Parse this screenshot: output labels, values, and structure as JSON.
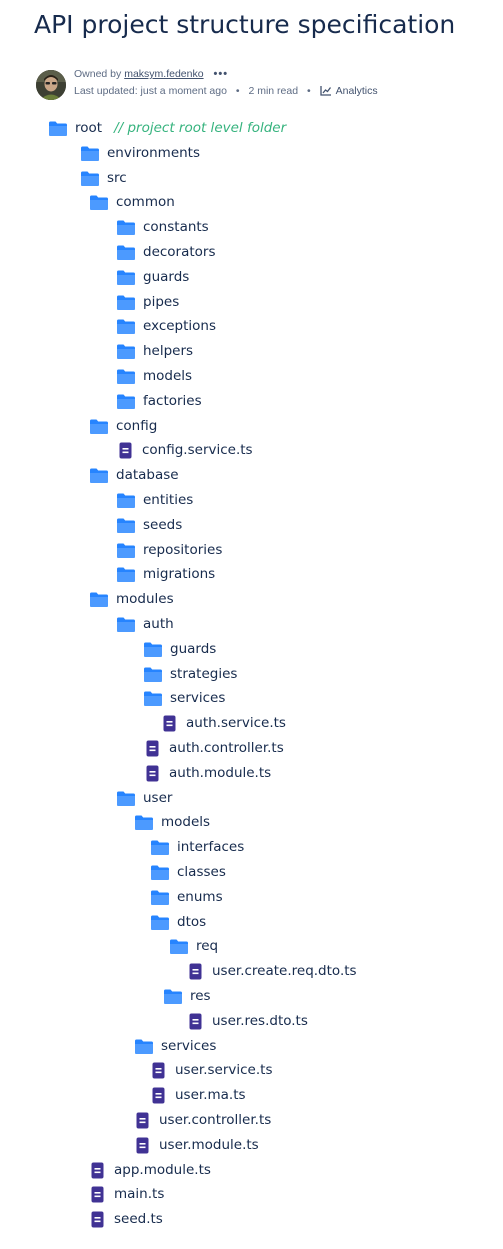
{
  "page": {
    "title": "API project structure specification",
    "owner_prefix": "Owned by",
    "owner": "maksym.fedenko",
    "more": "•••",
    "last_updated": "Last updated: just a moment ago",
    "read_time": "2 min read",
    "analytics": "Analytics",
    "bullet": "•"
  },
  "colors": {
    "folder": "#4c9aff",
    "folder_dark": "#2684ff",
    "file": "#403294",
    "comment": "#36b37e"
  },
  "tree": [
    {
      "label": "root",
      "type": "folder",
      "depth": 0,
      "comment": "// project root level folder"
    },
    {
      "label": "environments",
      "type": "folder",
      "depth": 1
    },
    {
      "label": "src",
      "type": "folder",
      "depth": 1
    },
    {
      "label": "common",
      "type": "folder",
      "depth": 2
    },
    {
      "label": "constants",
      "type": "folder",
      "depth": 3
    },
    {
      "label": "decorators",
      "type": "folder",
      "depth": 3
    },
    {
      "label": "guards",
      "type": "folder",
      "depth": 3
    },
    {
      "label": "pipes",
      "type": "folder",
      "depth": 3
    },
    {
      "label": "exceptions",
      "type": "folder",
      "depth": 3
    },
    {
      "label": "helpers",
      "type": "folder",
      "depth": 3
    },
    {
      "label": "models",
      "type": "folder",
      "depth": 3
    },
    {
      "label": "factories",
      "type": "folder",
      "depth": 3
    },
    {
      "label": "config",
      "type": "folder",
      "depth": 2
    },
    {
      "label": "config.service.ts",
      "type": "file",
      "depth": 3
    },
    {
      "label": "database",
      "type": "folder",
      "depth": 2
    },
    {
      "label": "entities",
      "type": "folder",
      "depth": 3
    },
    {
      "label": "seeds",
      "type": "folder",
      "depth": 3
    },
    {
      "label": "repositories",
      "type": "folder",
      "depth": 3
    },
    {
      "label": "migrations",
      "type": "folder",
      "depth": 3
    },
    {
      "label": "modules",
      "type": "folder",
      "depth": 2
    },
    {
      "label": "auth",
      "type": "folder",
      "depth": 3
    },
    {
      "label": "guards",
      "type": "folder",
      "depth": 4
    },
    {
      "label": "strategies",
      "type": "folder",
      "depth": 4
    },
    {
      "label": "services",
      "type": "folder",
      "depth": 4
    },
    {
      "label": "auth.service.ts",
      "type": "file",
      "depth": 5
    },
    {
      "label": "auth.controller.ts",
      "type": "file",
      "depth": 4
    },
    {
      "label": "auth.module.ts",
      "type": "file",
      "depth": 4
    },
    {
      "label": "user",
      "type": "folder",
      "depth": 3
    },
    {
      "label": "models",
      "type": "folder",
      "depth": 4
    },
    {
      "label": "interfaces",
      "type": "folder",
      "depth": 5
    },
    {
      "label": "classes",
      "type": "folder",
      "depth": 5
    },
    {
      "label": "enums",
      "type": "folder",
      "depth": 5
    },
    {
      "label": "dtos",
      "type": "folder",
      "depth": 5
    },
    {
      "label": "req",
      "type": "folder",
      "depth": 6
    },
    {
      "label": "user.create.req.dto.ts",
      "type": "file",
      "depth": 7
    },
    {
      "label": "res",
      "type": "folder",
      "depth": 6
    },
    {
      "label": "user.res.dto.ts",
      "type": "file",
      "depth": 7
    },
    {
      "label": "services",
      "type": "folder",
      "depth": 4
    },
    {
      "label": "user.service.ts",
      "type": "file",
      "depth": 5
    },
    {
      "label": "user.ma.ts",
      "type": "file",
      "depth": 5
    },
    {
      "label": "user.controller.ts",
      "type": "file",
      "depth": 4
    },
    {
      "label": "user.module.ts",
      "type": "file",
      "depth": 4
    },
    {
      "label": "app.module.ts",
      "type": "file",
      "depth": 2
    },
    {
      "label": "main.ts",
      "type": "file",
      "depth": 2
    },
    {
      "label": "seed.ts",
      "type": "file",
      "depth": 2
    }
  ]
}
